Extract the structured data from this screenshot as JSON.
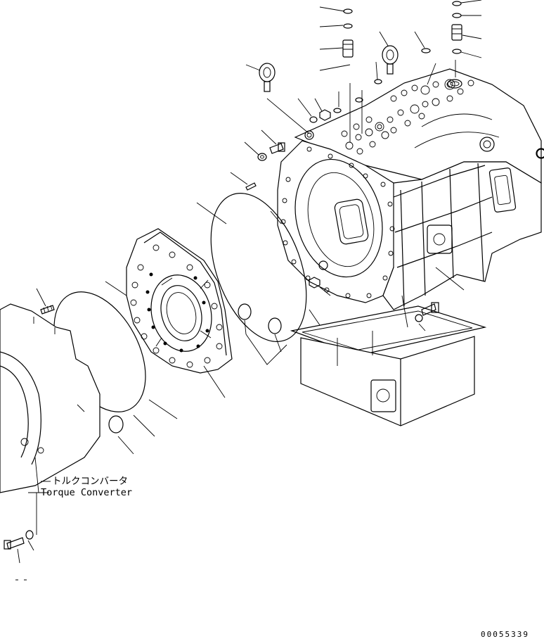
{
  "diagram": {
    "callout_jp": "トルクコンバータ",
    "callout_en": "Torque Converter",
    "drawing_number": "00055339"
  }
}
